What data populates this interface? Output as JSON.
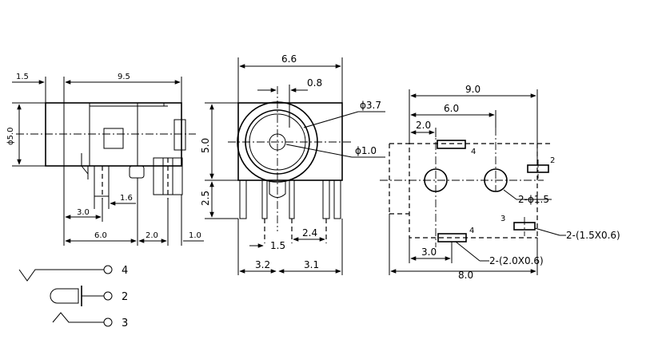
{
  "side_view": {
    "dim_top_left": "1.5",
    "dim_length": "9.5",
    "dim_diameter": "ϕ5.0",
    "dim_pin_offset": "1.6",
    "dim_3_0": "3.0",
    "dim_6_0": "6.0",
    "dim_2_0": "2.0",
    "dim_1_0": "1.0"
  },
  "front_view": {
    "dim_width": "6.6",
    "dim_0_8": "0.8",
    "dim_bore": "ϕ3.7",
    "dim_pin_hole": "ϕ1.0",
    "dim_height": "5.0",
    "dim_2_5": "2.5",
    "dim_1_5": "1.5",
    "dim_2_4": "2.4",
    "dim_3_2": "3.2",
    "dim_3_1": "3.1"
  },
  "footprint": {
    "dim_9_0": "9.0",
    "dim_6_0": "6.0",
    "dim_2_0": "2.0",
    "dim_3_0": "3.0",
    "dim_8_0": "8.0",
    "label_hole": "2-ϕ1.5",
    "label_slot_small": "2-(1.5X0.6)",
    "label_slot_large": "2-(2.0X0.6)",
    "pad_4_top": "4",
    "pad_2": "2",
    "pad_3": "3",
    "pad_4_bottom": "4"
  },
  "schematic": {
    "pin_4": "4",
    "pin_2": "2",
    "pin_3": "3"
  }
}
